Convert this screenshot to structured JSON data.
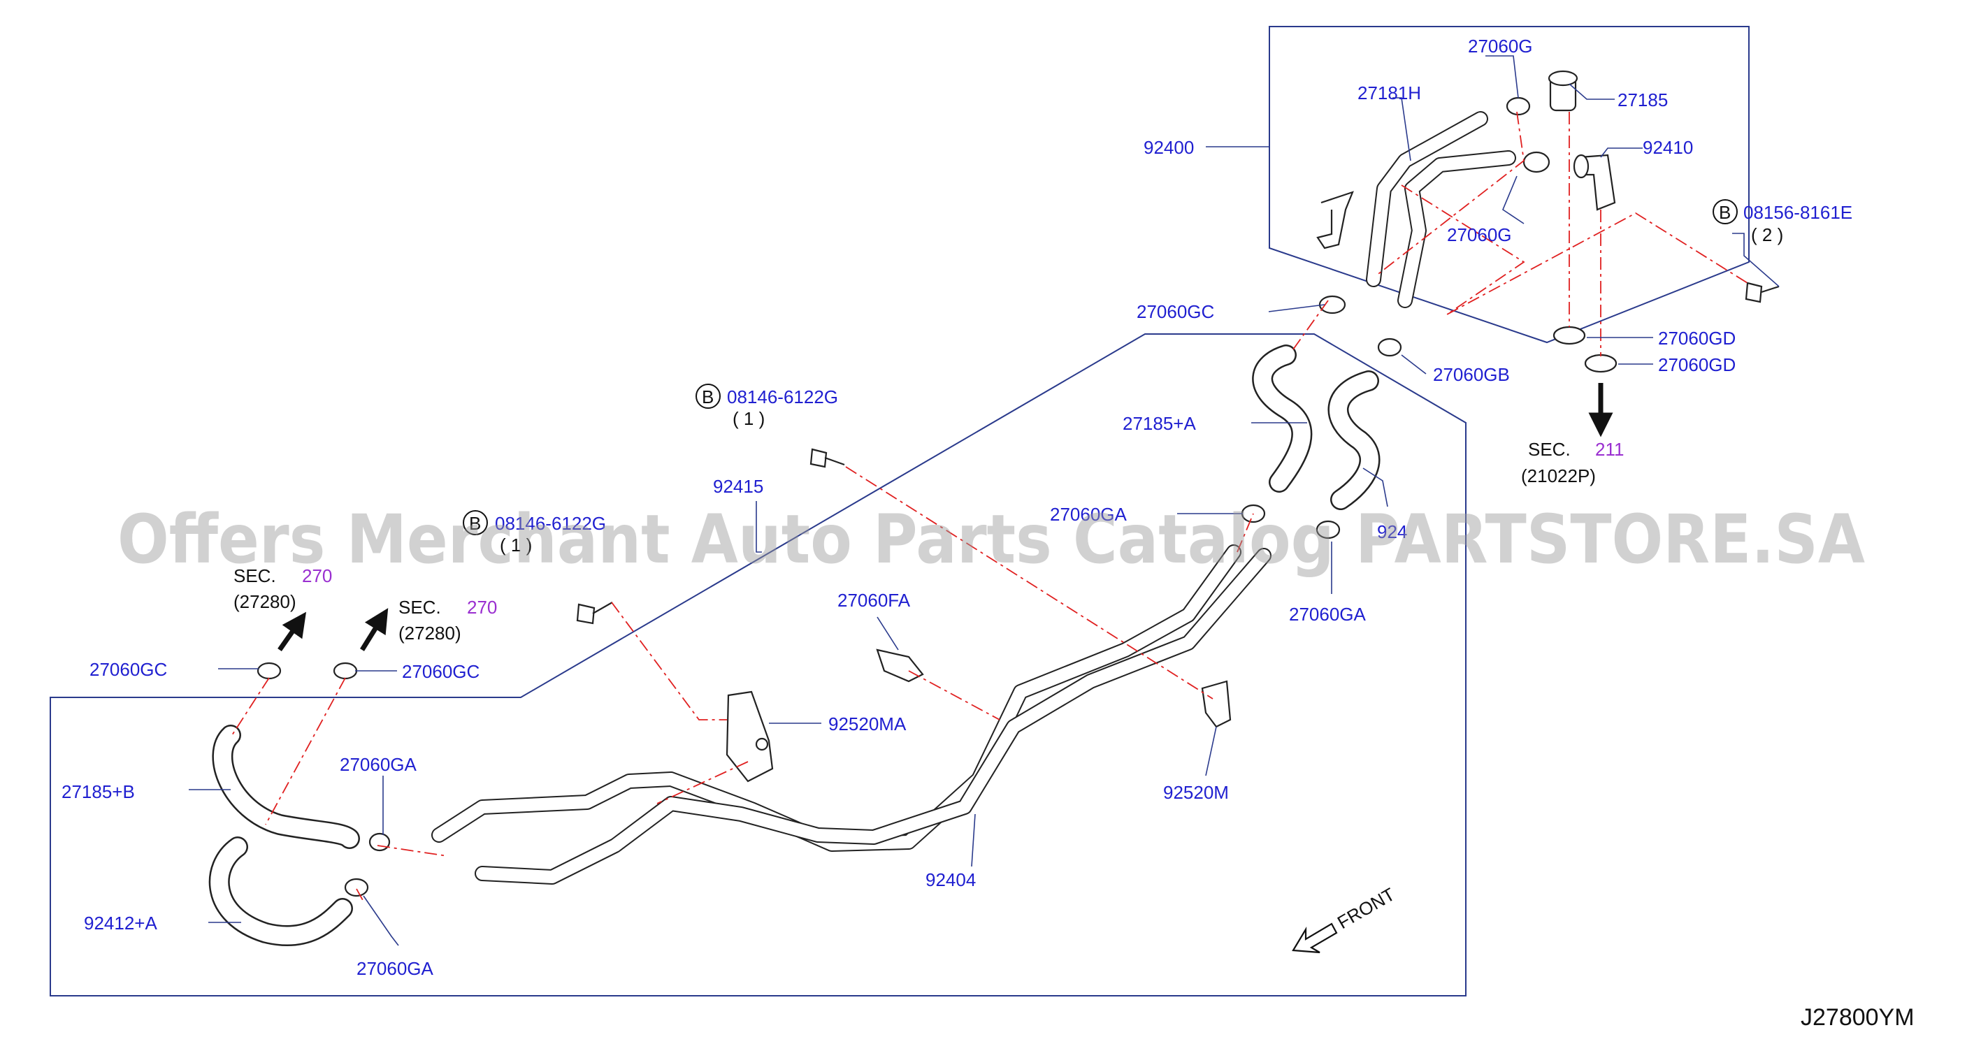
{
  "watermark": "Offers Merchant Auto Parts Catalog PARTSTORE.SA",
  "diagram_code": "J27800YM",
  "front_label": "FRONT",
  "callouts": {
    "p27060G_top": "27060G",
    "p27181H": "27181H",
    "p27185": "27185",
    "p92400": "92400",
    "p92410": "92410",
    "p27060G_mid": "27060G",
    "p27060GC_top": "27060GC",
    "p27060GB": "27060GB",
    "p27060GD_1": "27060GD",
    "p27060GD_2": "27060GD",
    "p27185A": "27185+A",
    "p27060GA_mid": "27060GA",
    "p92412_mid": "924",
    "p27060GA_right": "27060GA",
    "p92415": "92415",
    "p27060FA": "27060FA",
    "p92520MA": "92520MA",
    "p92520M": "92520M",
    "p92404": "92404",
    "p27060GC_left": "27060GC",
    "p27060GC_left2": "27060GC",
    "p27185B": "27185+B",
    "p27060GA_left": "27060GA",
    "p92412A": "92412+A",
    "p27060GA_bottom": "27060GA"
  },
  "bolts": {
    "b1": {
      "marker": "B",
      "code": "08156-8161E",
      "qty": "( 2 )"
    },
    "b2": {
      "marker": "B",
      "code": "08146-6122G",
      "qty": "( 1 )"
    },
    "b3": {
      "marker": "B",
      "code": "08146-6122G",
      "qty": "( 1 )"
    }
  },
  "sections": {
    "s211": {
      "prefix": "SEC.",
      "num": "211",
      "ref": "(21022P)"
    },
    "s270a": {
      "prefix": "SEC.",
      "num": "270",
      "ref": "(27280)"
    },
    "s270b": {
      "prefix": "SEC.",
      "num": "270",
      "ref": "(27280)"
    }
  }
}
